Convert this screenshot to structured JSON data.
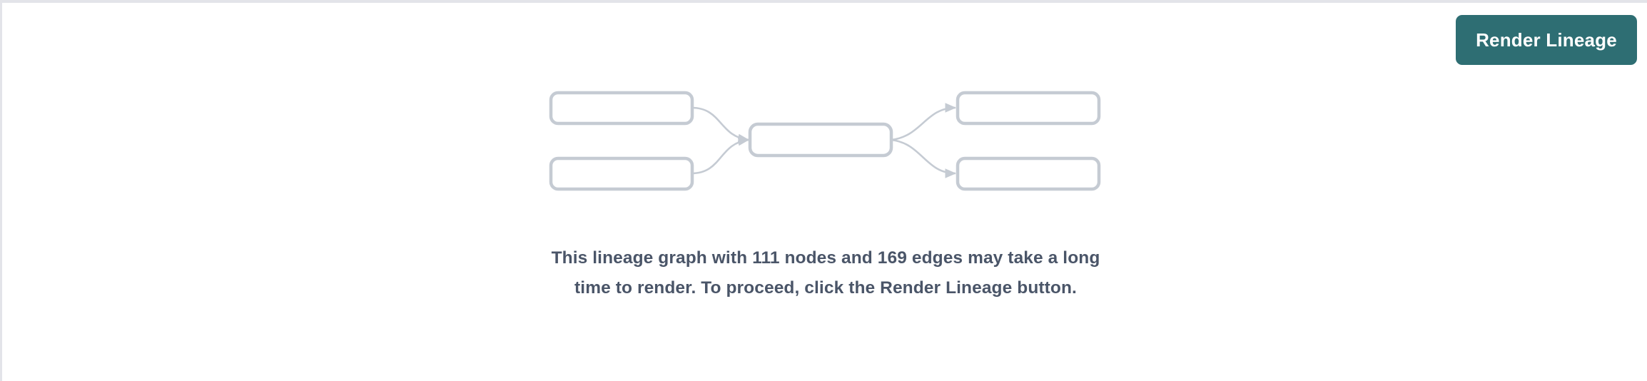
{
  "page": {
    "background_color": "#ffffff",
    "border_color": "#e3e4e9"
  },
  "toolbar": {
    "render_lineage_label": "Render Lineage",
    "button_color": "#2e6e73",
    "button_text_color": "#ffffff"
  },
  "placeholder": {
    "message": "This lineage graph with 111 nodes and 169 edges may take a long time to render. To proceed, click the Render Lineage button.",
    "message_lines": [
      "This lineage graph with 111 nodes and 169 edges may take",
      "a long time to render. To proceed, click the Render Lineage",
      "button."
    ],
    "text_color": "#4a5568",
    "node_count": 111,
    "edge_count": 169
  },
  "illustration": {
    "icon_name": "lineage-graph-icon",
    "node_stroke_color": "#c5cbd3",
    "edge_stroke_color": "#c5cbd3",
    "nodes": [
      {
        "id": "upstream-1",
        "column": "left",
        "label": ""
      },
      {
        "id": "upstream-2",
        "column": "left",
        "label": ""
      },
      {
        "id": "center-1",
        "column": "center",
        "label": ""
      },
      {
        "id": "downstream-1",
        "column": "right",
        "label": ""
      },
      {
        "id": "downstream-2",
        "column": "right",
        "label": ""
      }
    ],
    "edges": [
      {
        "from": "upstream-1",
        "to": "center-1"
      },
      {
        "from": "upstream-2",
        "to": "center-1"
      },
      {
        "from": "center-1",
        "to": "downstream-1"
      },
      {
        "from": "center-1",
        "to": "downstream-2"
      }
    ]
  }
}
